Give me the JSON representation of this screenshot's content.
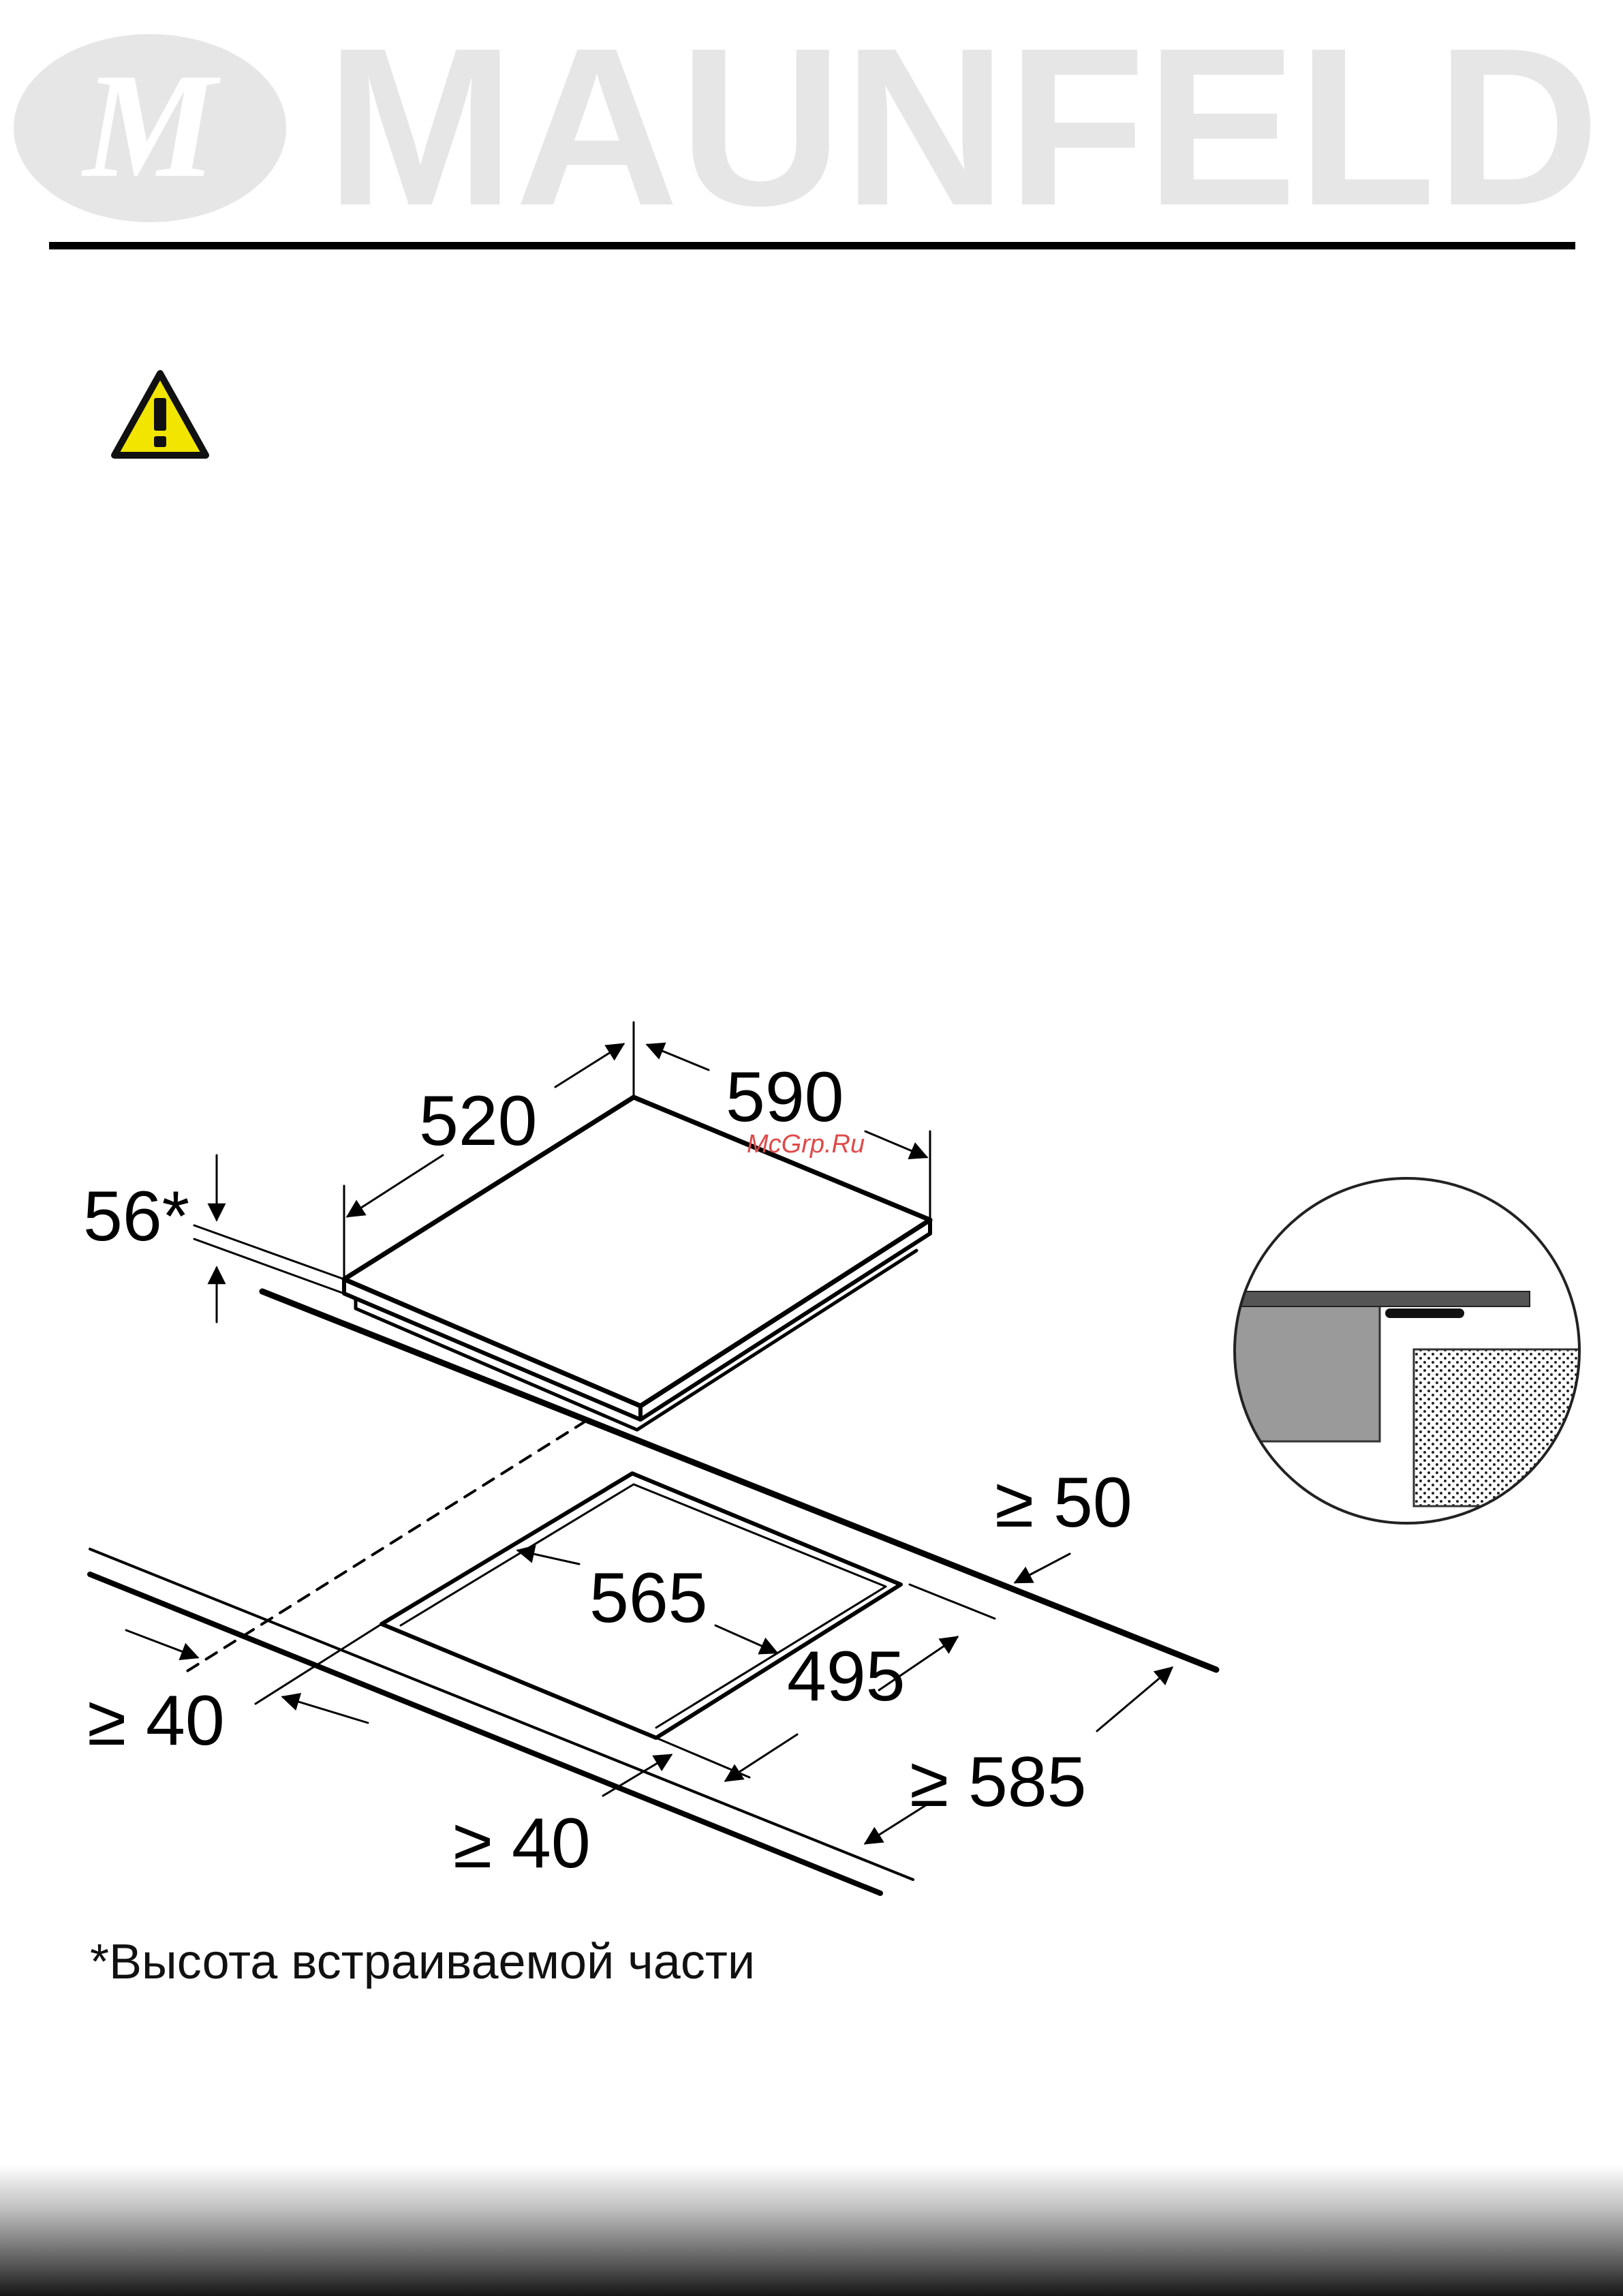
{
  "brand": {
    "name": "MAUNFELD",
    "monogram": "M"
  },
  "icons": {
    "warning": "warning-triangle-icon"
  },
  "colors": {
    "logo_gray": "#e6e6e6",
    "warning_yellow": "#f2e500",
    "watermark_red": "#e04a4a",
    "line": "#000000"
  },
  "watermark": "McGrp.Ru",
  "dimensions": {
    "top_depth": "520",
    "top_width": "590",
    "built_in_height": "56*",
    "rear_clearance": "≥ 50",
    "cutout_width": "565",
    "cutout_depth": "495",
    "counter_depth": "≥ 585",
    "left_clearance": "≥ 40",
    "front_clearance": "≥ 40"
  },
  "footnote": "*Высота встраиваемой части"
}
